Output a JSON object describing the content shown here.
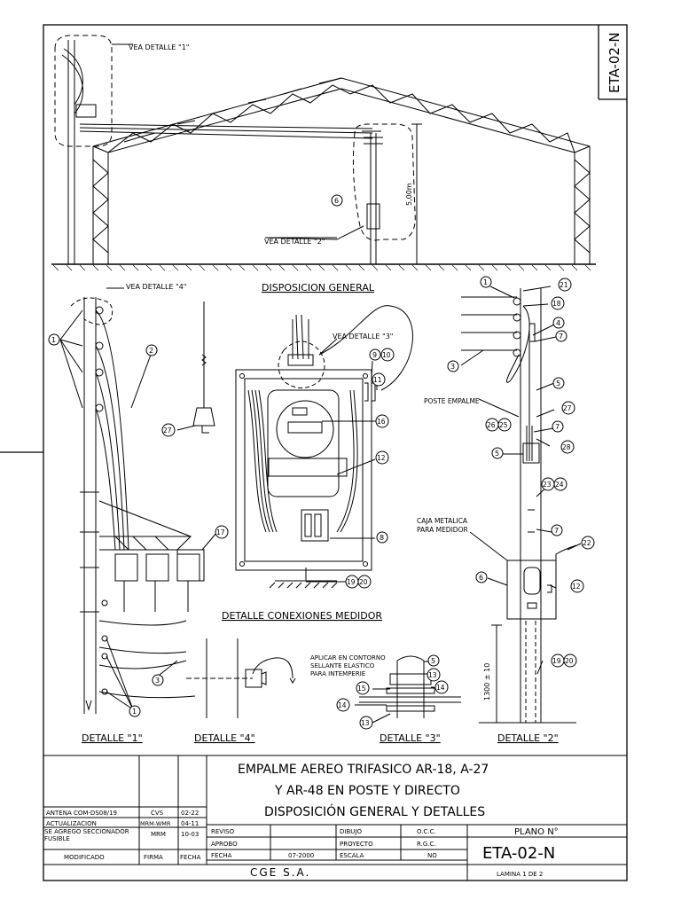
{
  "sheet_code_side": "ETA-02-N",
  "labels": {
    "vea_detalle_1": "VEA DETALLE \"1\"",
    "vea_detalle_2": "VEA DETALLE \"2\"",
    "vea_detalle_3": "VEA DETALLE \"3\"",
    "vea_detalle_4": "VEA DETALLE \"4\"",
    "height_dim": "5,00m",
    "disposicion_general": "DISPOSICION GENERAL",
    "detalle_conexiones": "DETALLE CONEXIONES MEDIDOR",
    "poste_empalme": "POSTE EMPALME",
    "caja_metalica_1": "CAJA METALICA",
    "caja_metalica_2": "PARA MEDIDOR",
    "height_1300": "1300 ± 10",
    "aplicar_1": "APLICAR EN CONTORNO",
    "aplicar_2": "SELLANTE ELASTICO",
    "aplicar_3": "PARA INTEMPERIE",
    "detalle_1": "DETALLE \"1\"",
    "detalle_4": "DETALLE \"4\"",
    "detalle_3": "DETALLE \"3\"",
    "detalle_2": "DETALLE \"2\""
  },
  "callouts": {
    "c6_top": "6",
    "c1_a": "1",
    "c2": "2",
    "c27_left": "27",
    "c1_b": "1",
    "c3": "3",
    "c17": "17",
    "c9": "9",
    "c10": "10",
    "c11": "11",
    "c16": "16",
    "c12_mid": "12",
    "c8": "8",
    "c1920_mid": "19",
    "c20_mid": "20",
    "c5_d3": "5",
    "c13_d3a": "13",
    "c15": "15",
    "c14_a": "14",
    "c14_b": "14",
    "c13_d3b": "13",
    "r1": "1",
    "r21": "21",
    "r18": "18",
    "r4": "4",
    "r7a": "7",
    "r3": "3",
    "r5a": "5",
    "r27": "27",
    "r26": "26",
    "r25": "25",
    "r7b": "7",
    "r28": "28",
    "r5b": "5",
    "r23": "23",
    "r24": "24",
    "r7c": "7",
    "r22": "22",
    "r6": "6",
    "r12": "12",
    "r19": "19",
    "r20": "20"
  },
  "title_block": {
    "title_1": "EMPALME AEREO TRIFASICO AR-18, A-27",
    "title_2": "Y AR-48 EN POSTE Y DIRECTO",
    "title_3": "DISPOSICIÓN GENERAL Y DETALLES",
    "revisions": [
      {
        "desc": "ANTENA COM-DS08/19",
        "firma": "CVS",
        "fecha": "02-22"
      },
      {
        "desc": "ACTUALIZACION",
        "firma": "MRM-WMR",
        "fecha": "04-11"
      },
      {
        "desc": "SE AGREGO SECCIONADOR FUSIBLE",
        "firma": "MRM",
        "fecha": "10-03"
      }
    ],
    "col_modificado": "MODIFICADO",
    "col_firma": "FIRMA",
    "col_fecha": "FECHA",
    "reviso": "REVISO",
    "aprobo": "APROBO",
    "fecha": "FECHA",
    "fecha_val": "07-2000",
    "dibujo": "DIBUJO",
    "dibujo_val": "O.C.C.",
    "proyecto": "PROYECTO",
    "proyecto_val": "R.G.C.",
    "escala": "ESCALA",
    "escala_val": "NO",
    "plano_label": "PLANO N°",
    "plano_num": "ETA-02-N",
    "company": "CGE S.A.",
    "lamina": "LAMINA 1 DE 2"
  }
}
